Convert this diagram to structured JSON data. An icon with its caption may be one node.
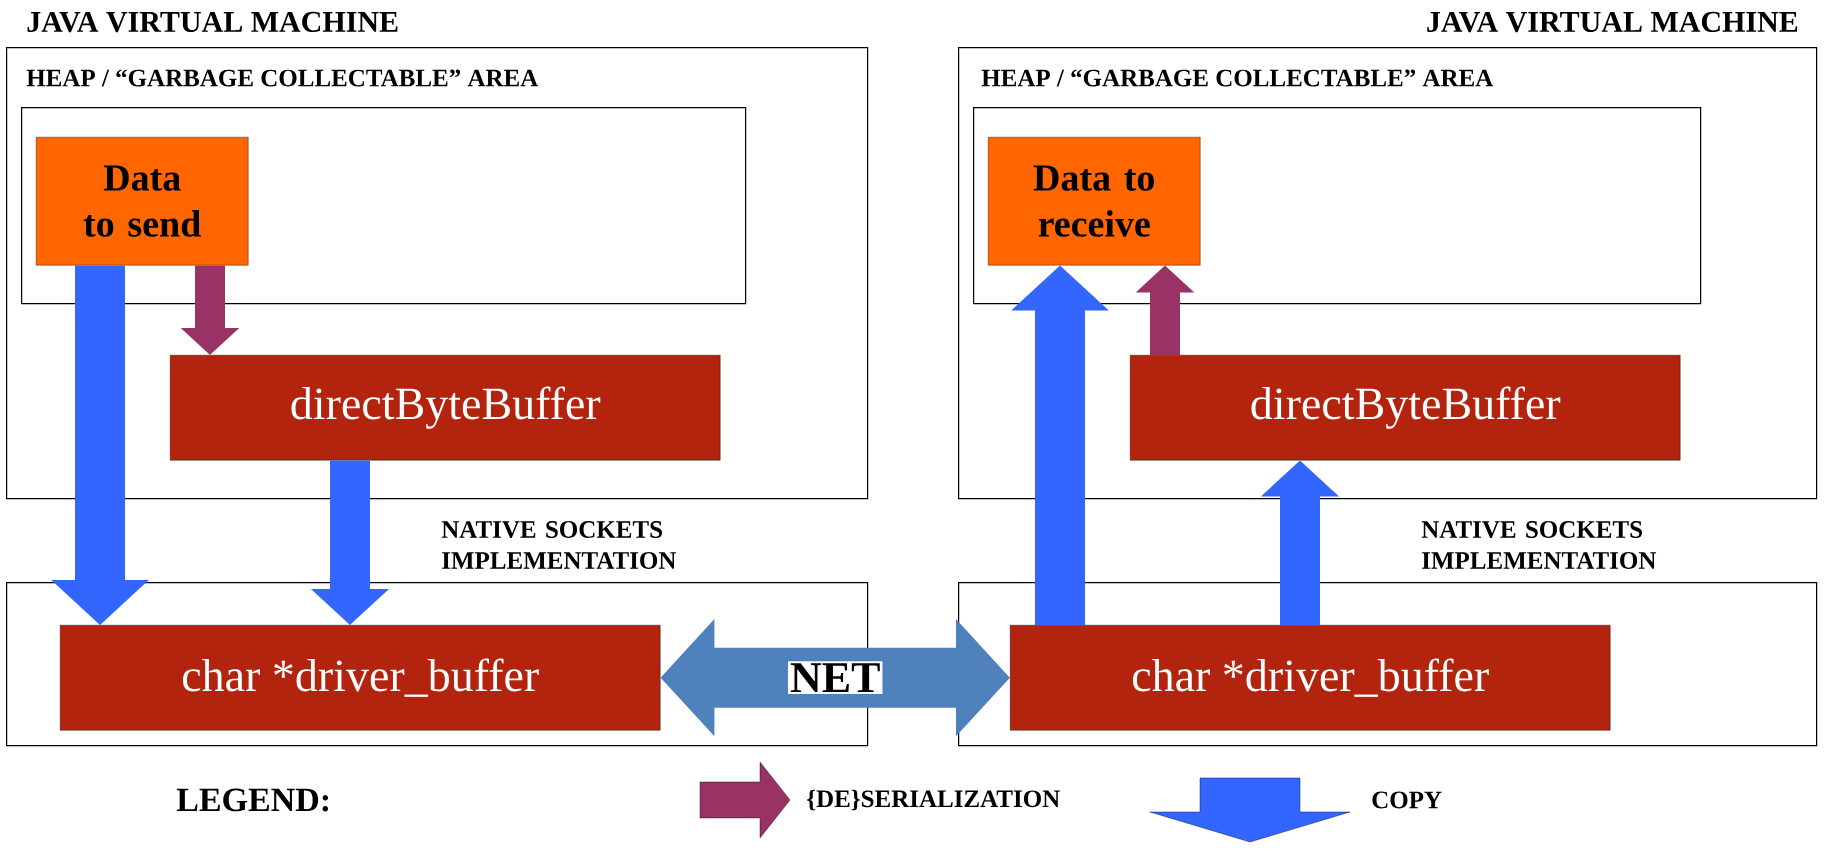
{
  "diagram": {
    "nodes": [
      {
        "text": [
          "JAVA VIRTUAL MACHINE"
        ]
      },
      {
        "text": [
          "HEAP / “GARBAGE COLLECTABLE” AREA"
        ],
        "in": 0
      },
      {
        "text": [
          "Data to send"
        ],
        "in": 1
      },
      {
        "text": [
          "directByteBuffer"
        ],
        "in": 0
      },
      {
        "text": [
          "NATIVE SOCKETS IMPLEMENTATION"
        ]
      },
      {
        "text": [
          "char *driver_buffer"
        ],
        "in": 4
      },
      {
        "text": [
          "JAVA VIRTUAL MACHINE"
        ]
      },
      {
        "text": [
          "HEAP / “GARBAGE COLLECTABLE” AREA"
        ],
        "in": 6
      },
      {
        "text": [
          "Data to receive"
        ],
        "in": 7
      },
      {
        "text": [
          "directByteBuffer"
        ],
        "in": 6
      },
      {
        "text": [
          "NATIVE SOCKETS IMPLEMENTATION"
        ]
      },
      {
        "text": [
          "char *driver_buffer"
        ],
        "in": 10
      }
    ],
    "edges": [
      {
        "from": 2,
        "to": 3,
        "arrow": "to",
        "color": "#993366"
      },
      {
        "from": 2,
        "to": 5,
        "arrow": "to"
      },
      {
        "from": 3,
        "to": 5,
        "arrow": "to"
      },
      {
        "from": 5,
        "to": 11,
        "arrow": "both",
        "label": "NET",
        "color": "#4f81bd"
      },
      {
        "from": 11,
        "to": 9,
        "arrow": "to"
      },
      {
        "from": 11,
        "to": 8,
        "arrow": "to"
      },
      {
        "from": 9,
        "to": 8,
        "arrow": "to",
        "color": "#993366"
      }
    ],
    "labels": [
      "LEGEND:"
    ],
    "legend": [
      {
        "text": "{DE}SERIALIZATION",
        "color": "#993366"
      },
      {
        "text": "COPY",
        "color": "#3366ff"
      }
    ]
  }
}
